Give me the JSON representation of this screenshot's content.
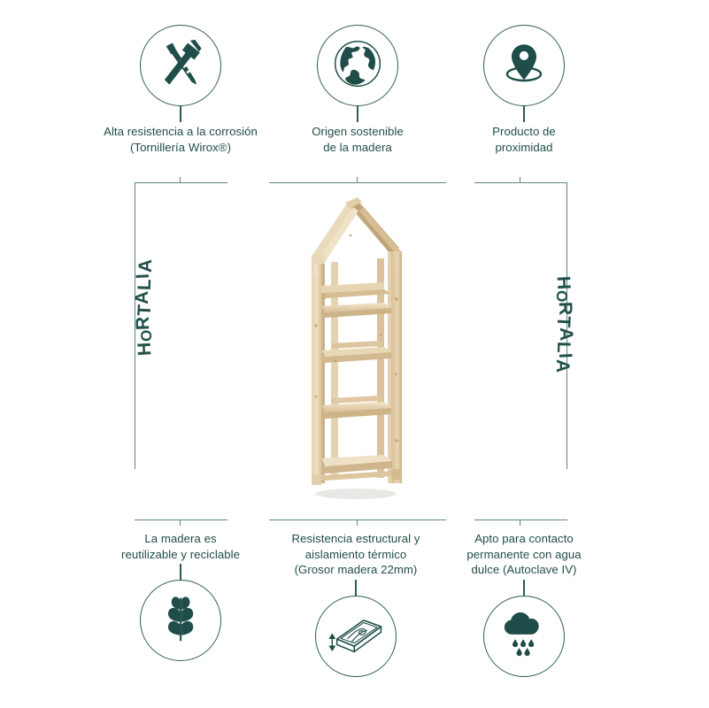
{
  "brand": {
    "name_left": "HORTALIA",
    "name_right": "HORTALIA",
    "letters": [
      "H",
      "O",
      "R",
      "T",
      "A",
      "L",
      "I",
      "A"
    ]
  },
  "colors": {
    "accent_dark_green": "#1f4d49",
    "line_green": "#5e8680",
    "circle_stroke": "#2f5b56",
    "wood_light": "#efe0c4",
    "wood_mid": "#ddc79f",
    "wood_shadow": "#c9ad80",
    "background": "#ffffff"
  },
  "features": {
    "top": [
      {
        "id": "corrosion",
        "icon": "hammer-and-screw-icon",
        "caption": "Alta resistencia a la corrosión\n(Tornillería Wirox®)"
      },
      {
        "id": "sostenible",
        "icon": "globe-earth-icon",
        "caption": "Origen sostenible\nde la madera"
      },
      {
        "id": "proximidad",
        "icon": "map-pin-location-icon",
        "caption": "Producto de\nproximidad"
      }
    ],
    "bottom": [
      {
        "id": "reciclable",
        "icon": "leaf-icon",
        "caption": "La madera es\nreutilizable y reciclable"
      },
      {
        "id": "resistencia",
        "icon": "wood-plank-thickness-icon",
        "caption": "Resistencia estructural y\naislamiento térmico\n(Grosor madera 22mm)"
      },
      {
        "id": "autoclave",
        "icon": "rain-cloud-icon",
        "caption": "Apto para contacto\npermanente con agua\ndulce (Autoclave IV)"
      }
    ]
  },
  "product": {
    "name": "wooden-house-shaped-shelving-unit",
    "shelf_count": 4,
    "roof_shape": "gable"
  }
}
